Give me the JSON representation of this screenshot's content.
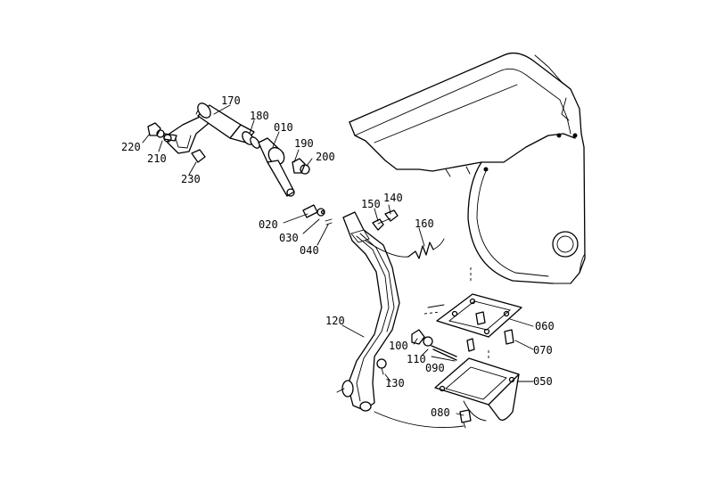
{
  "diagram": {
    "labels": {
      "p170": "170",
      "p180": "180",
      "p010": "010",
      "p190": "190",
      "p200": "200",
      "p220": "220",
      "p210": "210",
      "p230": "230",
      "p140": "140",
      "p150": "150",
      "p160": "160",
      "p020": "020",
      "p030": "030",
      "p040": "040",
      "p120": "120",
      "p060": "060",
      "p070": "070",
      "p100": "100",
      "p110": "110",
      "p090": "090",
      "p130": "130",
      "p050": "050",
      "p080": "080"
    }
  }
}
